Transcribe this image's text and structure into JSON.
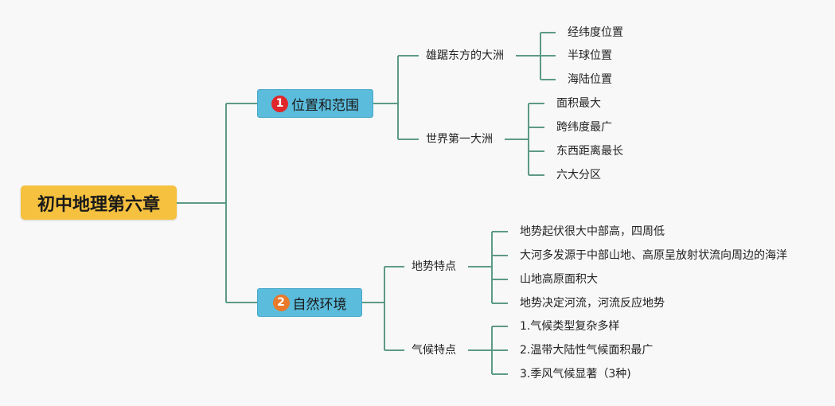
{
  "root": {
    "title": "初中地理第六章"
  },
  "branches": [
    {
      "number": "1",
      "badge_color": "#e0262a",
      "title": "位置和范围",
      "children": [
        {
          "label": "雄踞东方的大洲",
          "items": [
            "经纬度位置",
            "半球位置",
            "海陆位置"
          ]
        },
        {
          "label": "世界第一大洲",
          "items": [
            "面积最大",
            "跨纬度最广",
            "东西距离最长",
            "六大分区"
          ]
        }
      ]
    },
    {
      "number": "2",
      "badge_color": "#e9792b",
      "title": "自然环境",
      "children": [
        {
          "label": "地势特点",
          "items": [
            "地势起伏很大中部高，四周低",
            "大河多发源于中部山地、高原呈放射状流向周边的海洋",
            "山地高原面积大",
            "地势决定河流，河流反应地势"
          ]
        },
        {
          "label": "气候特点",
          "items": [
            "1.气候类型复杂多样",
            "2.温带大陆性气候面积最广",
            "3.季风气候显著（3种)"
          ]
        }
      ]
    }
  ]
}
